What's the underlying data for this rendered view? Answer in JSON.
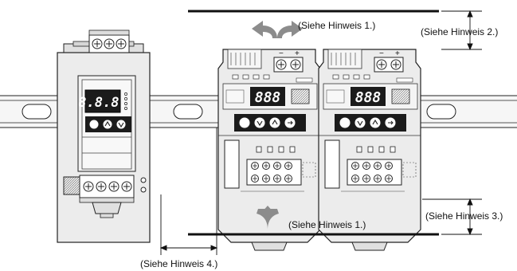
{
  "notes": {
    "note1_top": "(Siehe Hinweis 1.)",
    "note1_bottom": "(Siehe Hinweis 1.)",
    "note2": "(Siehe Hinweis 2.)",
    "note3": "(Siehe Hinweis 3.)",
    "note4": "(Siehe Hinweis 4.)"
  },
  "devices": {
    "left_display": "8.8.8.",
    "right_display": "888",
    "polarity_minus": "−",
    "polarity_plus": "+"
  },
  "colors": {
    "line": "#1a1a1a",
    "rail": "#f4f4f4",
    "device_face": "#ededed",
    "display": "#1b1b1b",
    "arrow": "#8c8c8c"
  }
}
